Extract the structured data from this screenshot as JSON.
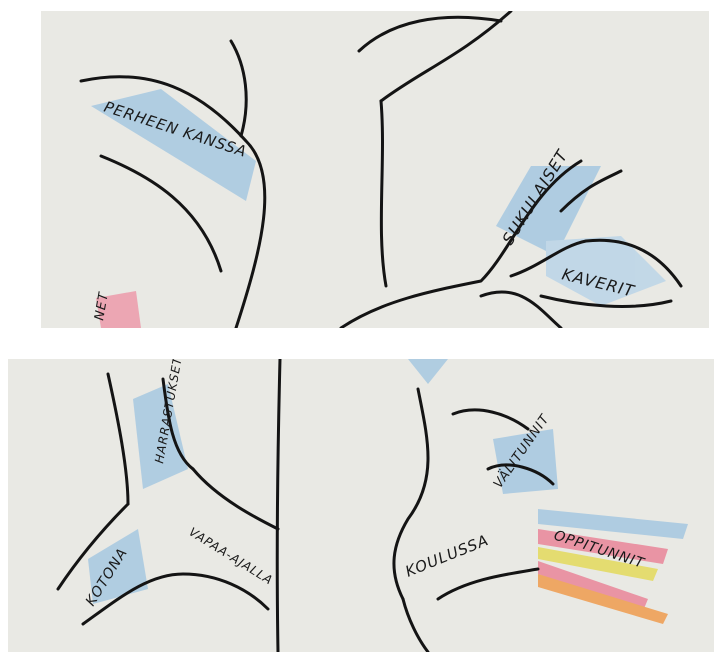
{
  "colors": {
    "paper": "#e9e9e4",
    "ink": "#141414",
    "blue_pencil": "#7fb3d9",
    "pink_pencil": "#e9788f",
    "yellow_pencil": "#e3d84a",
    "orange_pencil": "#f0913a"
  },
  "top_panel": {
    "labels": {
      "perheen_kanssa": "PERHEEN KANSSA",
      "sukulaiset": "SUKULAISET",
      "kaverit": "KAVERIT",
      "edge_fragment": "NET"
    }
  },
  "bottom_panel": {
    "labels": {
      "harrastukset": "HARRASTUKSET",
      "kotona": "KOTONA",
      "vapaa_ajalla": "VAPAA-AJALLA",
      "koulussa": "KOULUSSA",
      "valitunnit": "VÄLITUNNIT",
      "oppitunnit": "OPPITUNNIT"
    }
  }
}
